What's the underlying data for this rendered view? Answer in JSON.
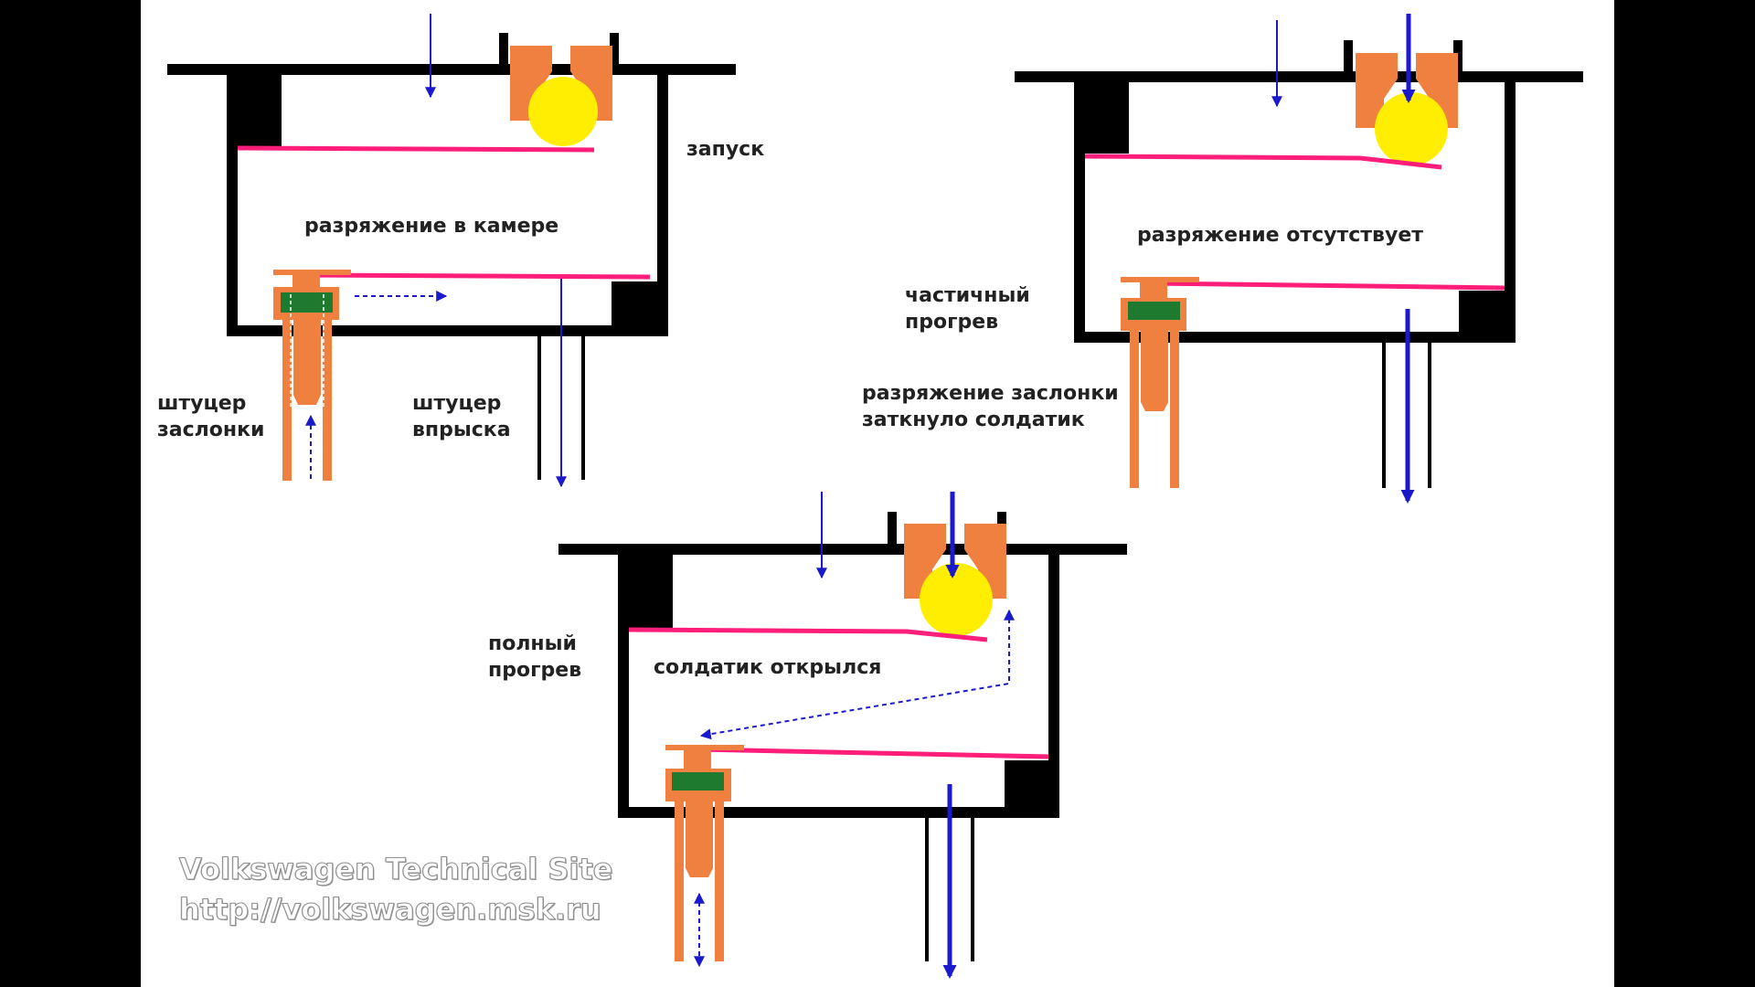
{
  "colors": {
    "background": "#000000",
    "canvas": "#ffffff",
    "housing": "#000000",
    "membrane": "#ff1f7a",
    "valve_body": "#f08040",
    "ball": "#ffee00",
    "seal": "#1e7a2e",
    "flow_arrow": "#1a1acc",
    "text": "#222222"
  },
  "labels": {
    "start": "запуск",
    "vacuum_in_chamber": "разряжение в камере",
    "damper_fitting_line1": "штуцер",
    "damper_fitting_line2": "заслонки",
    "injection_fitting_line1": "штуцер",
    "injection_fitting_line2": "впрыска",
    "vacuum_absent": "разряжение отсутствует",
    "partial_warmup_line1": "частичный",
    "partial_warmup_line2": "прогрев",
    "damper_vacuum_line1": "разряжение заслонки",
    "damper_vacuum_line2": "заткнуло солдатик",
    "full_warmup_line1": "полный",
    "full_warmup_line2": "прогрев",
    "soldier_opened": "солдатик открылся"
  },
  "watermark": {
    "line1": "Volkswagen Technical Site",
    "line2": "http://volkswagen.msk.ru"
  }
}
